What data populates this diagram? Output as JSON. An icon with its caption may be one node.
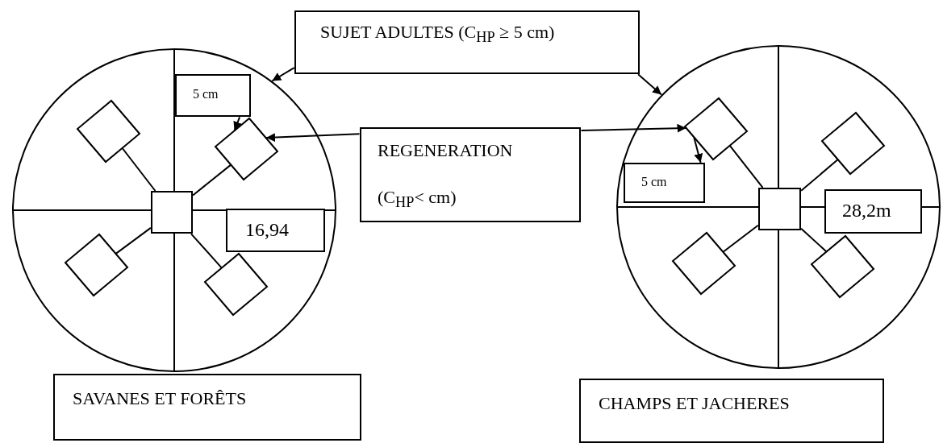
{
  "diagram": {
    "nodes": [
      {
        "text": [
          "SUJET ADULTES (C$_{HP}$ ≥ 5 cm)"
        ]
      },
      {
        "text": [],
        "shape": "circle"
      },
      {
        "text": [
          "5 cm"
        ],
        "in": 1
      },
      {
        "text": [],
        "shape": "diamond",
        "in": 1
      },
      {
        "text": [],
        "shape": "diamond",
        "in": 1
      },
      {
        "text": [
          "REGENERATION",
          "(C$_{HP}$< cm)"
        ]
      },
      {
        "text": [],
        "shape": "circle"
      },
      {
        "text": [],
        "shape": "diamond",
        "in": 6
      },
      {
        "text": [],
        "shape": "diamond",
        "in": 6
      },
      {
        "text": [
          "5 cm"
        ],
        "in": 6
      },
      {
        "text": [],
        "shape": "box",
        "in": 1
      },
      {
        "text": [
          "16,94"
        ],
        "in": 1
      },
      {
        "text": [],
        "shape": "box",
        "in": 6
      },
      {
        "text": [
          "28,2m"
        ],
        "in": 6
      },
      {
        "text": [],
        "shape": "diamond",
        "in": 1
      },
      {
        "text": [],
        "shape": "diamond",
        "in": 1
      },
      {
        "text": [],
        "shape": "diamond",
        "in": 6
      },
      {
        "text": [],
        "shape": "diamond",
        "in": 6
      },
      {
        "text": [
          "SAVANES ET FORÊTS"
        ]
      },
      {
        "text": [
          "CHAMPS ET JACHERES"
        ]
      }
    ],
    "edges": [
      {
        "from": 0,
        "to": 1,
        "arrow": "to"
      },
      {
        "from": 0,
        "to": 6,
        "arrow": "to"
      },
      {
        "from": 5,
        "to": 4,
        "arrow": "to"
      },
      {
        "from": 5,
        "to": 7,
        "arrow": "to"
      },
      {
        "from": 2,
        "to": 4,
        "arrow": "to"
      },
      {
        "from": 7,
        "to": 9,
        "arrow": "to"
      },
      {
        "from": 10,
        "to": 3,
        "arrow": "none"
      },
      {
        "from": 10,
        "to": 4,
        "arrow": "none"
      },
      {
        "from": 10,
        "to": 14,
        "arrow": "none"
      },
      {
        "from": 10,
        "to": 15,
        "arrow": "none"
      },
      {
        "from": 12,
        "to": 7,
        "arrow": "none"
      },
      {
        "from": 12,
        "to": 8,
        "arrow": "none"
      },
      {
        "from": 12,
        "to": 16,
        "arrow": "none"
      },
      {
        "from": 12,
        "to": 17,
        "arrow": "none"
      }
    ]
  }
}
